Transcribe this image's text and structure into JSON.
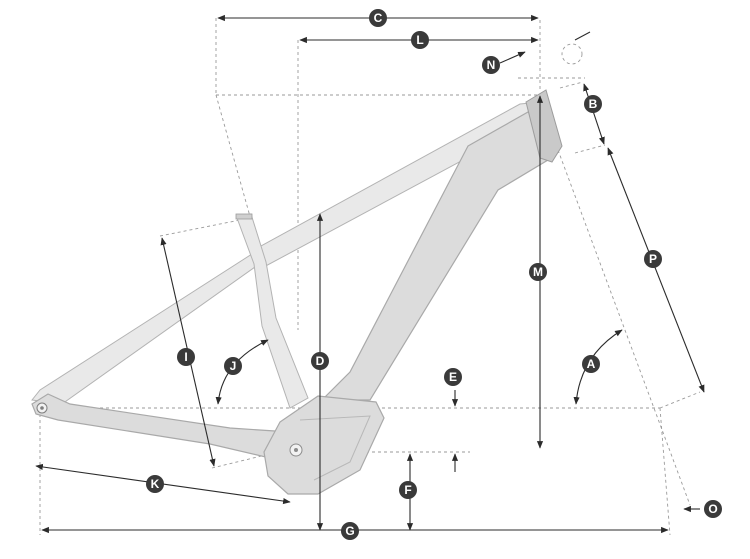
{
  "diagram": {
    "labels": {
      "A": "A",
      "B": "B",
      "C": "C",
      "D": "D",
      "E": "E",
      "F": "F",
      "G": "G",
      "I": "I",
      "J": "J",
      "K": "K",
      "L": "L",
      "M": "M",
      "N": "N",
      "O": "O",
      "P": "P"
    },
    "colors": {
      "frame": "#dcdcdc",
      "frame_outline": "#a9a9a9",
      "badge": "#3a3a3a",
      "dimension_line": "#2b2b2b",
      "guide_line": "#9a9a9a"
    }
  }
}
